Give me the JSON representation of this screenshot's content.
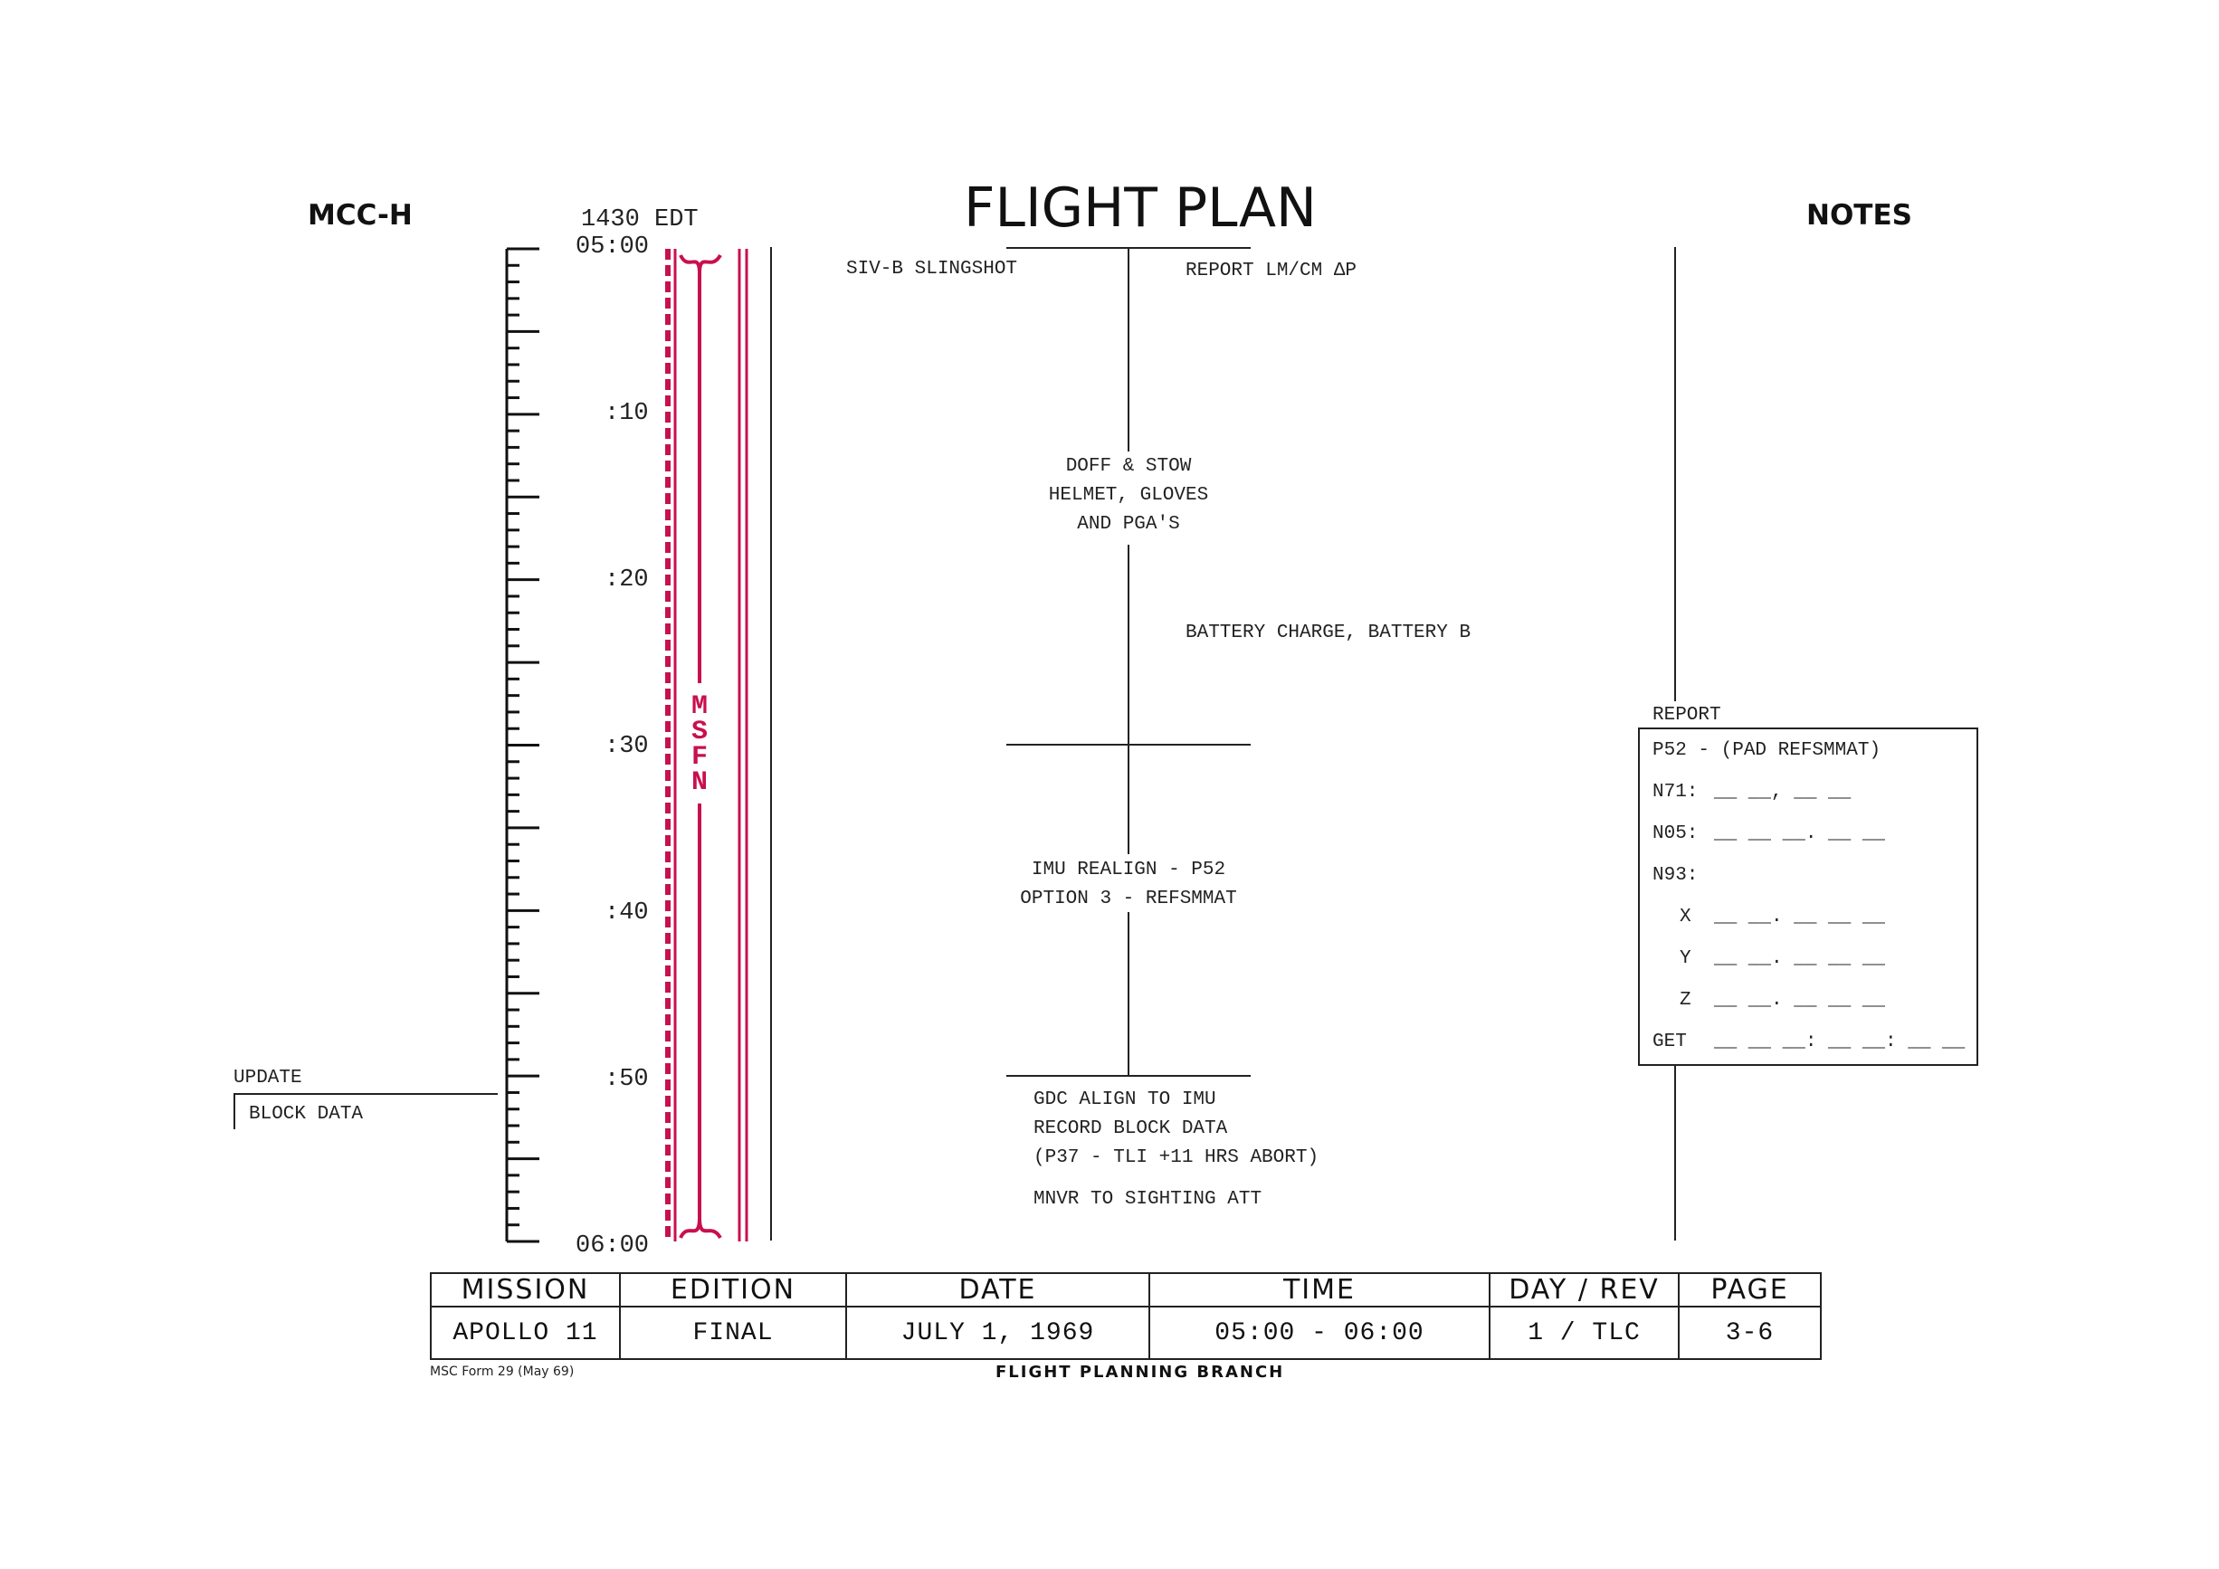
{
  "header": {
    "left": "MCC-H",
    "title": "FLIGHT PLAN",
    "right": "NOTES"
  },
  "timeline": {
    "clock": "1430 EDT",
    "labels": [
      "05:00",
      ":10",
      ":20",
      ":30",
      ":40",
      ":50",
      "06:00"
    ]
  },
  "network": {
    "label_letters": [
      "M",
      "S",
      "F",
      "N"
    ],
    "color": "#c8104e"
  },
  "activities": {
    "sivb": "SIV-B SLINGSHOT",
    "report_dp": "REPORT LM/CM ΔP",
    "doff": [
      "DOFF & STOW",
      "HELMET, GLOVES",
      "AND PGA'S"
    ],
    "battery": "BATTERY CHARGE, BATTERY B",
    "imu": [
      "IMU REALIGN - P52",
      "OPTION 3 - REFSMMAT"
    ],
    "gdc": [
      "GDC ALIGN TO IMU",
      "RECORD BLOCK DATA",
      "(P37 - TLI +11 HRS ABORT)"
    ],
    "mnvr": "MNVR TO SIGHTING ATT"
  },
  "update": {
    "title": "UPDATE",
    "item": "BLOCK DATA"
  },
  "report_pad": {
    "title": "REPORT",
    "heading": "P52 - (PAD REFSMMAT)",
    "n71": "N71:",
    "n71_val": "__ __, __ __",
    "n05": "N05:",
    "n05_val": "__ __ __. __ __",
    "n93": "N93:",
    "x": "X",
    "y": "Y",
    "z": "Z",
    "xyz_val": "__ __. __ __ __",
    "get": "GET",
    "get_val": "__ __ __: __ __: __ __"
  },
  "footer": {
    "headers": [
      "MISSION",
      "EDITION",
      "DATE",
      "TIME",
      "DAY / REV",
      "PAGE"
    ],
    "values": [
      "APOLLO 11",
      "FINAL",
      "JULY 1, 1969",
      "05:00 - 06:00",
      "1 / TLC",
      "3-6"
    ],
    "form": "MSC Form 29 (May 69)",
    "branch": "FLIGHT PLANNING BRANCH"
  }
}
